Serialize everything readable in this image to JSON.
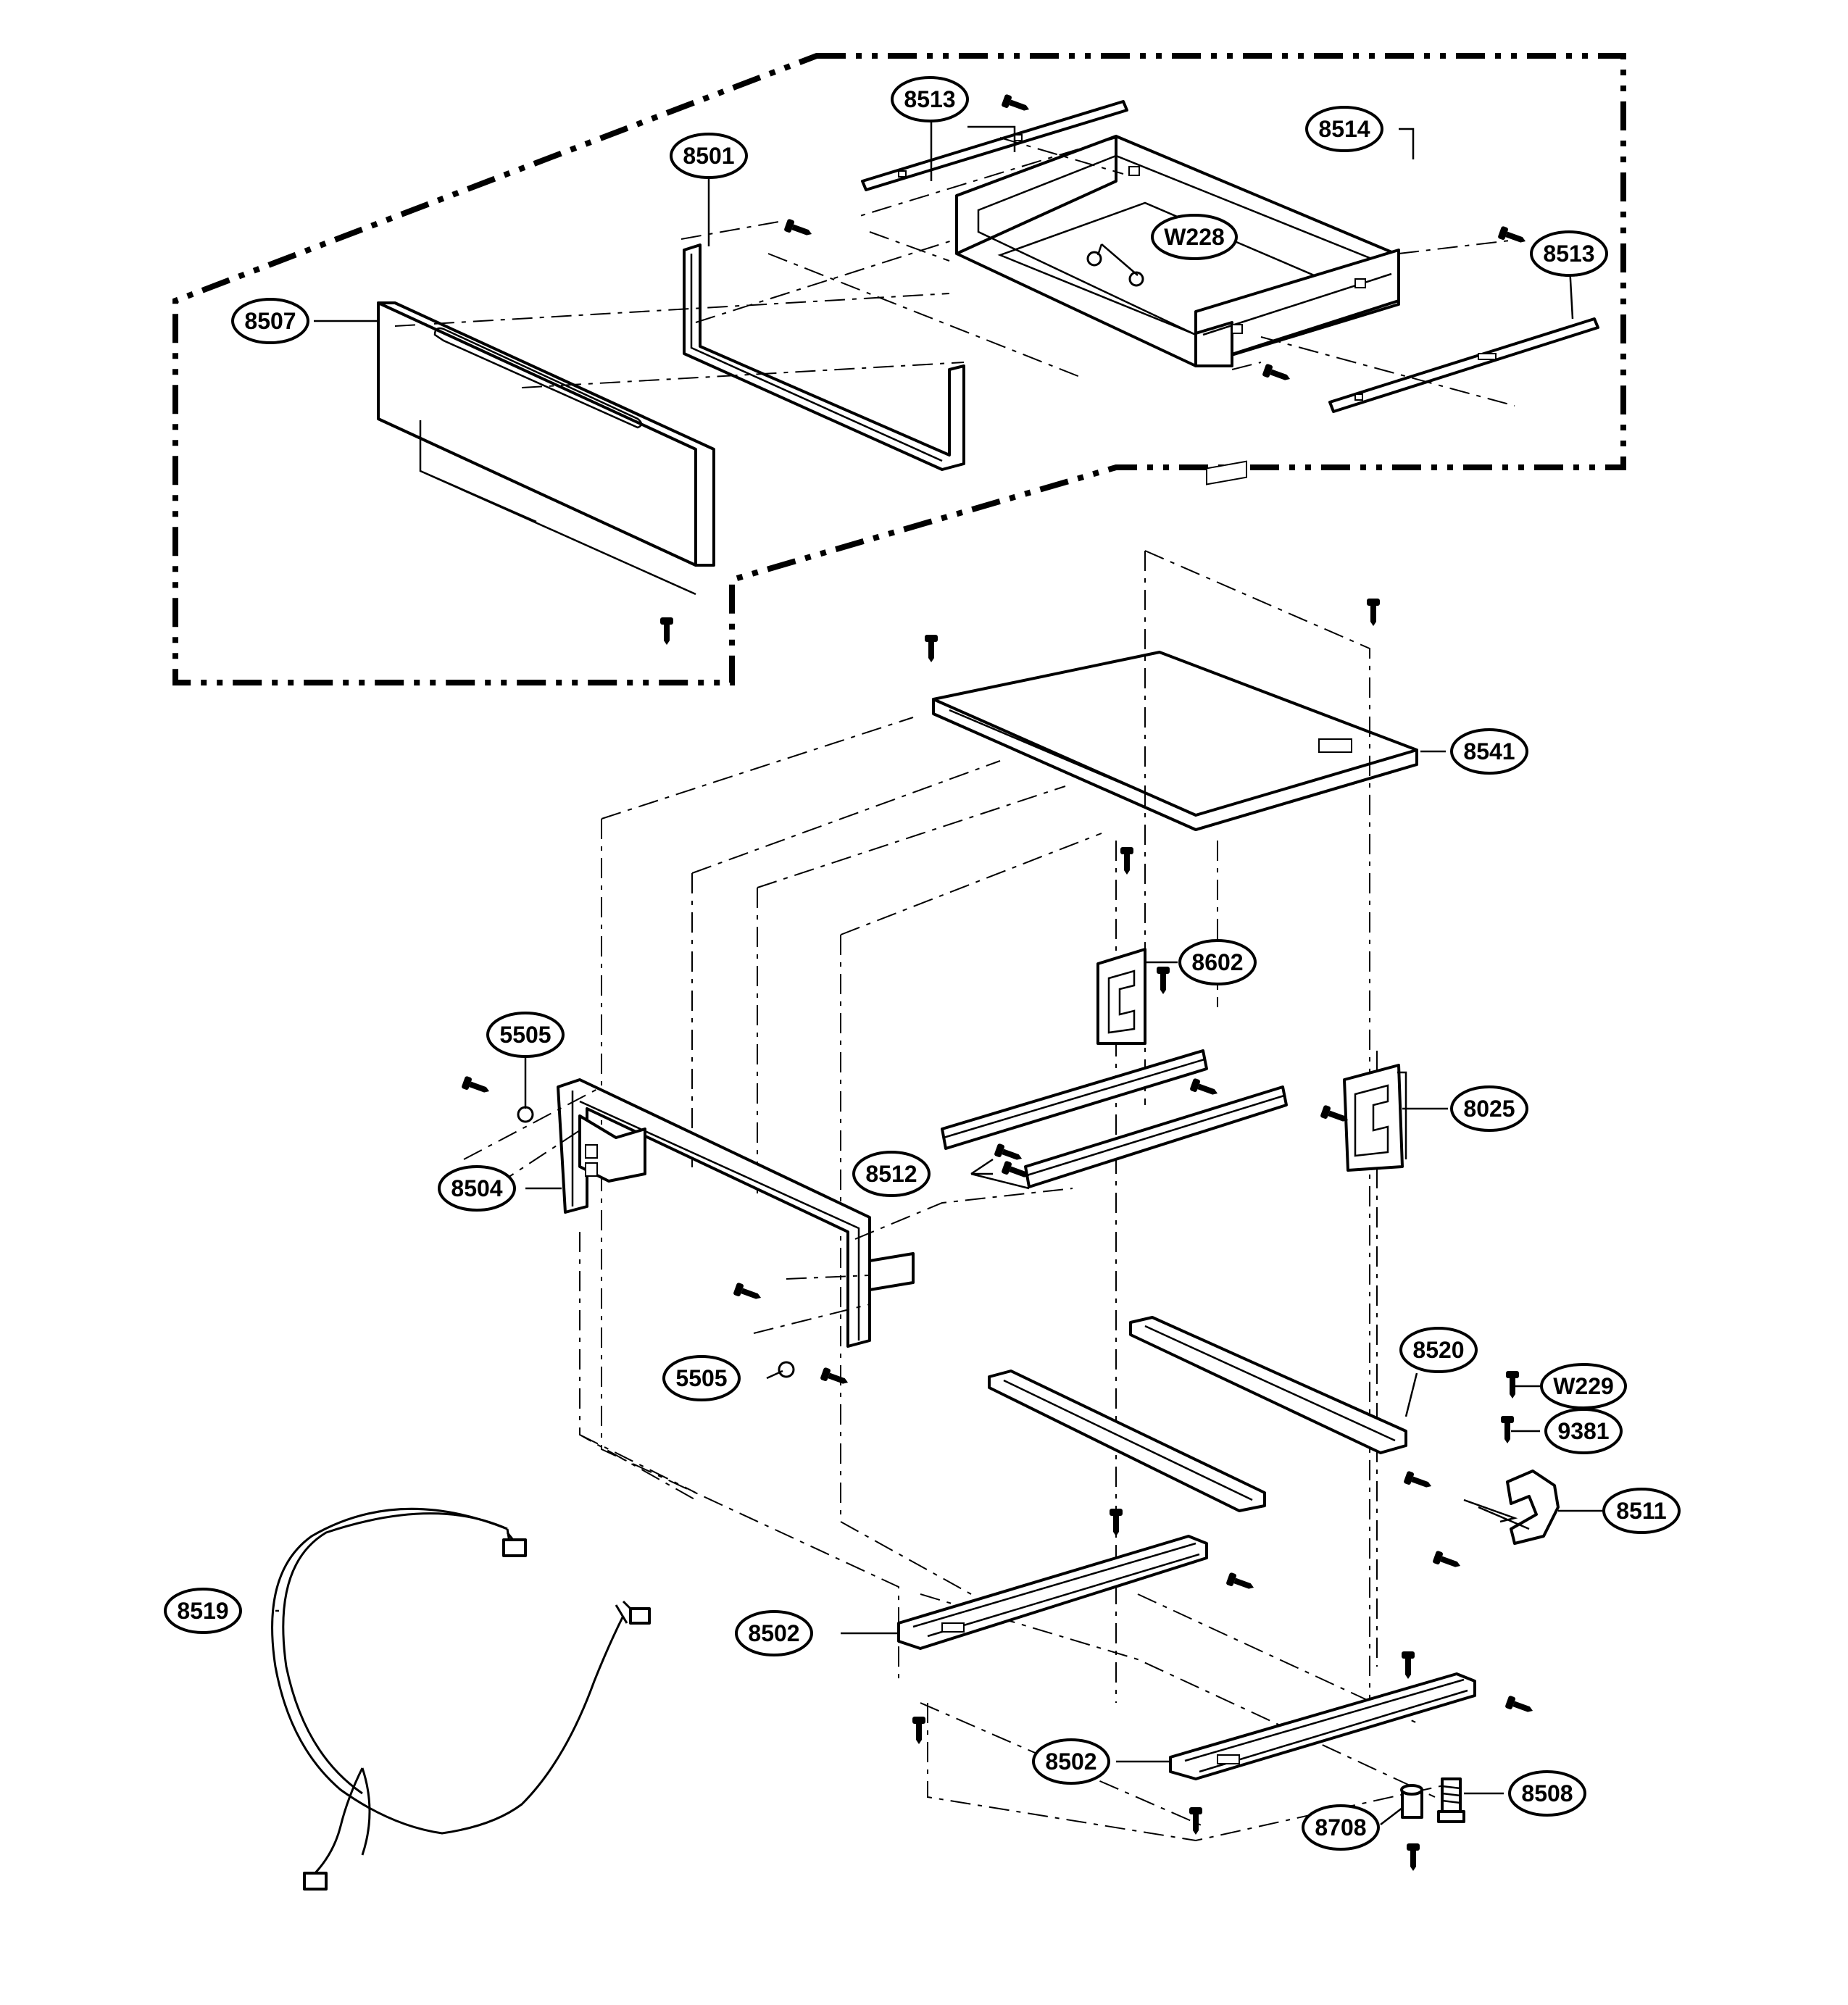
{
  "parts": [
    {
      "id": "8513",
      "label": "8513"
    },
    {
      "id": "8514",
      "label": "8514"
    },
    {
      "id": "8501",
      "label": "8501"
    },
    {
      "id": "W228",
      "label": "W228"
    },
    {
      "id": "8513b",
      "label": "8513"
    },
    {
      "id": "8507",
      "label": "8507"
    },
    {
      "id": "8541",
      "label": "8541"
    },
    {
      "id": "8602",
      "label": "8602"
    },
    {
      "id": "5505a",
      "label": "5505"
    },
    {
      "id": "8025",
      "label": "8025"
    },
    {
      "id": "8504",
      "label": "8504"
    },
    {
      "id": "8512",
      "label": "8512"
    },
    {
      "id": "5505b",
      "label": "5505"
    },
    {
      "id": "8520",
      "label": "8520"
    },
    {
      "id": "W229",
      "label": "W229"
    },
    {
      "id": "9381",
      "label": "9381"
    },
    {
      "id": "8511",
      "label": "8511"
    },
    {
      "id": "8519",
      "label": "8519"
    },
    {
      "id": "8502a",
      "label": "8502"
    },
    {
      "id": "8502b",
      "label": "8502"
    },
    {
      "id": "8508",
      "label": "8508"
    },
    {
      "id": "8708",
      "label": "8708"
    }
  ]
}
